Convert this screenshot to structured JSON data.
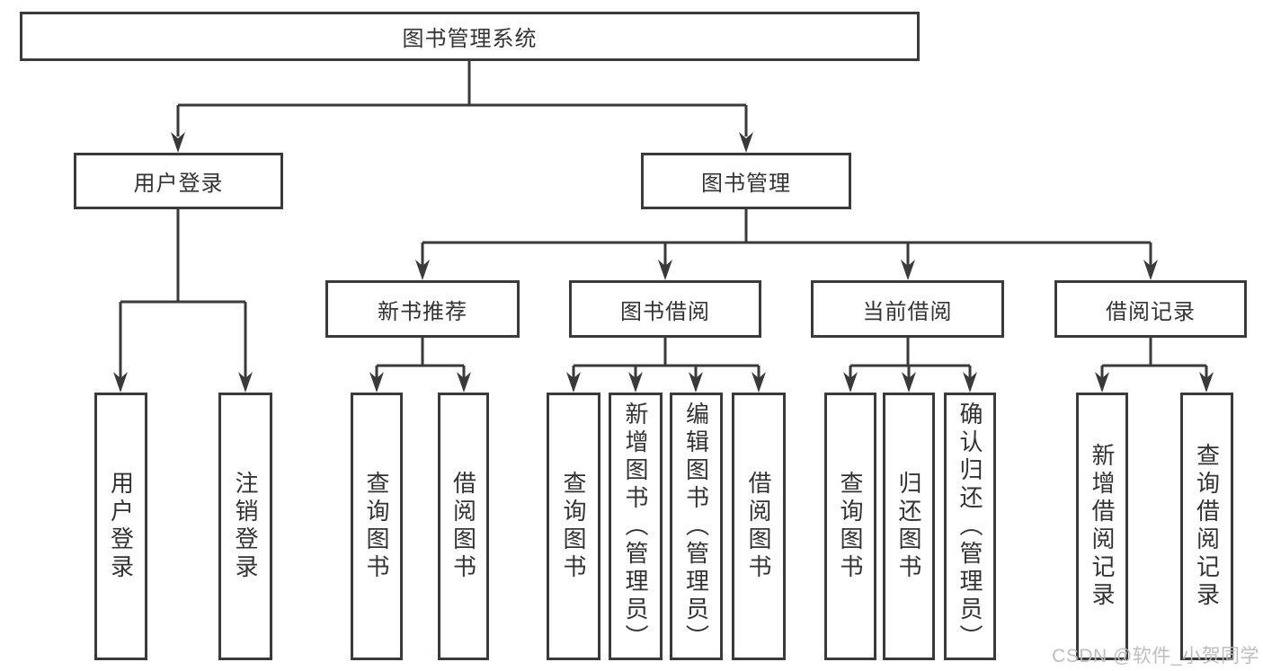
{
  "diagram": {
    "type": "tree",
    "root": "图书管理系统",
    "level2": [
      "用户登录",
      "图书管理"
    ],
    "level3": [
      "新书推荐",
      "图书借阅",
      "当前借阅",
      "借阅记录"
    ],
    "leaves_user": [
      "用户登录",
      "注销登录"
    ],
    "leaves_newbook": [
      "查询图书",
      "借阅图书"
    ],
    "leaves_borrow": [
      "查询图书",
      "新增图书（管理员）",
      "编辑图书（管理员）",
      "借阅图书"
    ],
    "leaves_current": [
      "查询图书",
      "归还图书",
      "确认归还（管理员）"
    ],
    "leaves_record": [
      "新增借阅记录",
      "查询借阅记录"
    ],
    "hierarchy": {
      "图书管理系统": {
        "用户登录": [
          "用户登录",
          "注销登录"
        ],
        "图书管理": {
          "新书推荐": [
            "查询图书",
            "借阅图书"
          ],
          "图书借阅": [
            "查询图书",
            "新增图书（管理员）",
            "编辑图书（管理员）",
            "借阅图书"
          ],
          "当前借阅": [
            "查询图书",
            "归还图书",
            "确认归还（管理员）"
          ],
          "借阅记录": [
            "新增借阅记录",
            "查询借阅记录"
          ]
        }
      }
    }
  },
  "watermark": "CSDN @软件_小贺同学",
  "colors": {
    "line": "#3a3a3a",
    "text": "#333333",
    "box_fill": "#ffffff",
    "watermark": "#b9b9b9",
    "background": "#ffffff"
  }
}
